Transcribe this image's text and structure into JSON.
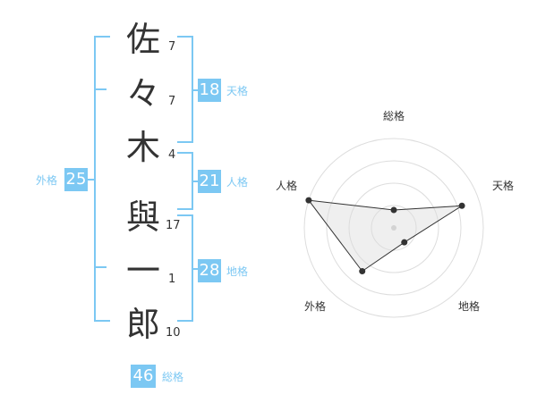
{
  "name": {
    "characters": [
      {
        "char": "佐",
        "strokes": "7"
      },
      {
        "char": "々",
        "strokes": "7"
      },
      {
        "char": "木",
        "strokes": "4"
      },
      {
        "char": "與",
        "strokes": "17"
      },
      {
        "char": "一",
        "strokes": "1"
      },
      {
        "char": "郎",
        "strokes": "10"
      }
    ]
  },
  "fortune": {
    "tenkaku": {
      "value": "18",
      "label": "天格"
    },
    "jinkaku": {
      "value": "21",
      "label": "人格"
    },
    "chikaku": {
      "value": "28",
      "label": "地格"
    },
    "gaikaku": {
      "value": "25",
      "label": "外格"
    },
    "soukaku": {
      "value": "46",
      "label": "総格"
    }
  },
  "colors": {
    "accent": "#7cc8f3",
    "text": "#333333",
    "radar_fill": "#eeeeee",
    "radar_grid": "#dddddd"
  },
  "radar": {
    "axes": [
      "総格",
      "天格",
      "地格",
      "外格",
      "人格"
    ],
    "scale_max": 5,
    "ring_count": 4,
    "values": [
      1,
      4,
      1,
      3,
      5
    ]
  }
}
